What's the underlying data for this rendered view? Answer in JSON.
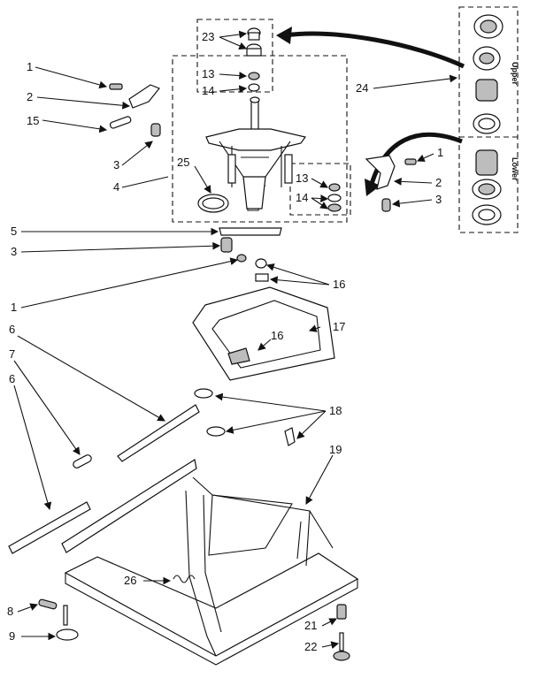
{
  "callouts": {
    "c1a": "1",
    "c1b": "1",
    "c1c": "1",
    "c2a": "2",
    "c2b": "2",
    "c3a": "3",
    "c3b": "3",
    "c3c": "3",
    "c4": "4",
    "c5": "5",
    "c6a": "6",
    "c6b": "6",
    "c7": "7",
    "c8": "8",
    "c9": "9",
    "c13a": "13",
    "c13b": "13",
    "c14a": "14",
    "c14b": "14",
    "c15": "15",
    "c16a": "16",
    "c16b": "16",
    "c17": "17",
    "c18": "18",
    "c19": "19",
    "c21": "21",
    "c22": "22",
    "c23": "23",
    "c24": "24",
    "c25": "25",
    "c26": "26"
  },
  "kit_labels": {
    "upper": "Upper",
    "lower": "Lower"
  }
}
